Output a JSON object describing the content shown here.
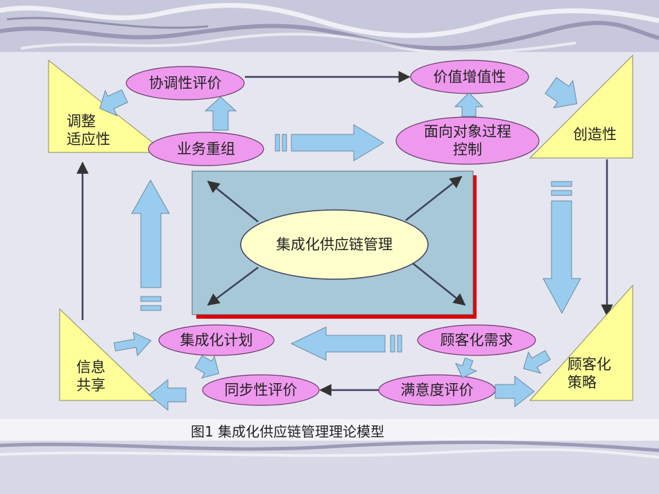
{
  "diagram": {
    "center": "集成化供应链管理",
    "nodes": {
      "xietiao": "协调性评价",
      "jiazhi": "价值增值性",
      "yewu": "业务重组",
      "mianxiang_1": "面向对象过程",
      "mianxiang_2": "控制",
      "jihua": "集成化计划",
      "xuqiu": "顾客化需求",
      "tongbu": "同步性评价",
      "manyi": "满意度评价"
    },
    "corners": {
      "tl_1": "调整",
      "tl_2": "适应性",
      "tr": "创造性",
      "bl_1": "信息",
      "bl_2": "共享",
      "br_1": "顾客化",
      "br_2": "策略"
    },
    "caption": "图1   集成化供应链管理理论模型"
  },
  "colors": {
    "background": "#f4f4f8",
    "panel": "#e6e6f0",
    "center_rect": "#a7c8d6",
    "center_shadow": "#e00000",
    "ellipse_center": "#ffffcc",
    "ellipse_pink": "#ee99ee",
    "triangle": "#ffff99",
    "block_arrow": "#99ccee",
    "line": "#404060"
  }
}
